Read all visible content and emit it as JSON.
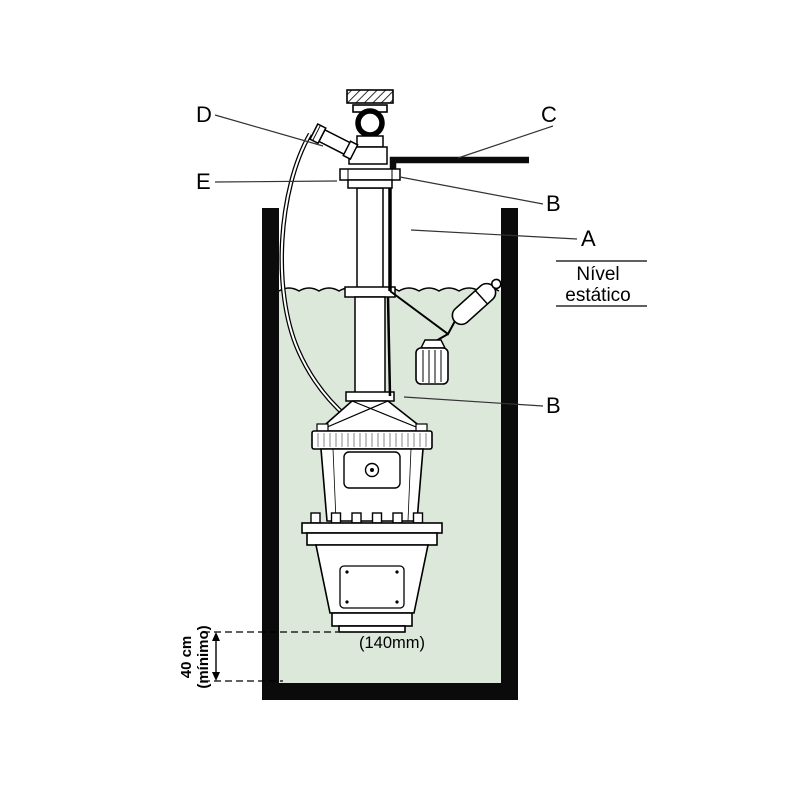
{
  "diagram": {
    "description": "Submersible pump installation diagram in a well",
    "callouts": {
      "d": "D",
      "e": "E",
      "c": "C",
      "b_upper": "B",
      "a": "A",
      "b_lower": "B"
    },
    "texts": {
      "level_line1": "Nível",
      "level_line2": "estático",
      "pump_diameter": "(140mm)",
      "min_height": "40 cm",
      "min_height_note": "(mínimo)"
    },
    "colors": {
      "water_fill": "#dce8da",
      "line": "#000000"
    }
  }
}
